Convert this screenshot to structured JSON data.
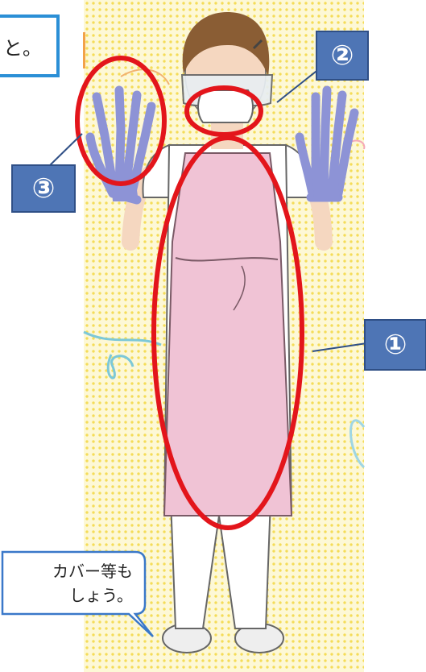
{
  "top_note": {
    "text": "と。"
  },
  "markers": [
    {
      "number": "①",
      "target": "apron"
    },
    {
      "number": "②",
      "target": "mask-and-goggles"
    },
    {
      "number": "③",
      "target": "gloves"
    }
  ],
  "speech_bubble": {
    "line1": "カバー等も",
    "line2": "しょう。"
  },
  "colors": {
    "badge": "#4e75b5",
    "highlight_ellipse": "#e3151b",
    "apron": "#f0c3d5",
    "gloves": "#8d93d6",
    "note_border": "#2b8fd6",
    "bubble_border": "#3a78c9"
  }
}
